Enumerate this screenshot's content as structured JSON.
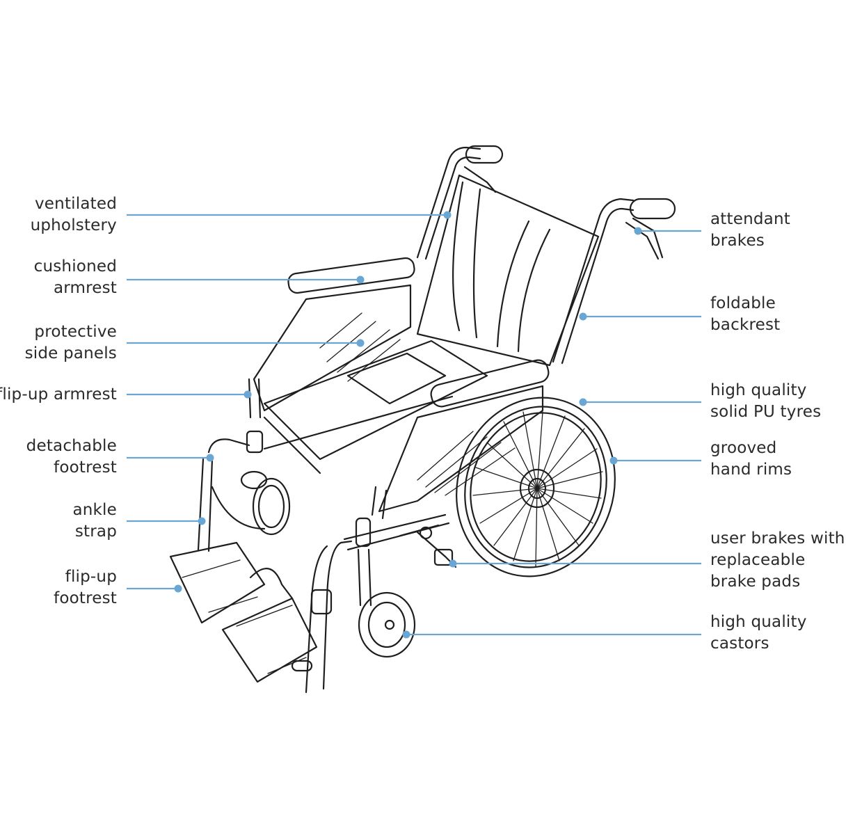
{
  "callouts": [
    {
      "id": "ventilated-upholstery",
      "lines": [
        "ventilated",
        "upholstery"
      ],
      "side": "left"
    },
    {
      "id": "cushioned-armrest",
      "lines": [
        "cushioned",
        "armrest"
      ],
      "side": "left"
    },
    {
      "id": "protective-side-panels",
      "lines": [
        "protective",
        "side panels"
      ],
      "side": "left"
    },
    {
      "id": "flip-up-armrest",
      "lines": [
        "flip-up armrest",
        ""
      ],
      "side": "left"
    },
    {
      "id": "detachable-footrest",
      "lines": [
        "detachable",
        "footrest"
      ],
      "side": "left"
    },
    {
      "id": "ankle-strap",
      "lines": [
        "ankle",
        "strap"
      ],
      "side": "left"
    },
    {
      "id": "flip-up-footrest",
      "lines": [
        "flip-up",
        "footrest"
      ],
      "side": "left"
    },
    {
      "id": "attendant-brakes",
      "lines": [
        "attendant",
        "brakes"
      ],
      "side": "right"
    },
    {
      "id": "foldable-backrest",
      "lines": [
        "foldable",
        "backrest"
      ],
      "side": "right"
    },
    {
      "id": "solid-pu-tyres",
      "lines": [
        "high quality",
        "solid PU tyres"
      ],
      "side": "right"
    },
    {
      "id": "grooved-hand-rims",
      "lines": [
        "grooved",
        "hand rims"
      ],
      "side": "right"
    },
    {
      "id": "user-brakes",
      "lines": [
        "user brakes with",
        "replaceable",
        "brake pads"
      ],
      "side": "right"
    },
    {
      "id": "castors",
      "lines": [
        "high quality",
        "castors"
      ],
      "side": "right"
    }
  ],
  "colors": {
    "leader": "#6aa6d4",
    "text": "#2a2a2a",
    "drawing": "#1e1e1e",
    "background": "#ffffff"
  }
}
